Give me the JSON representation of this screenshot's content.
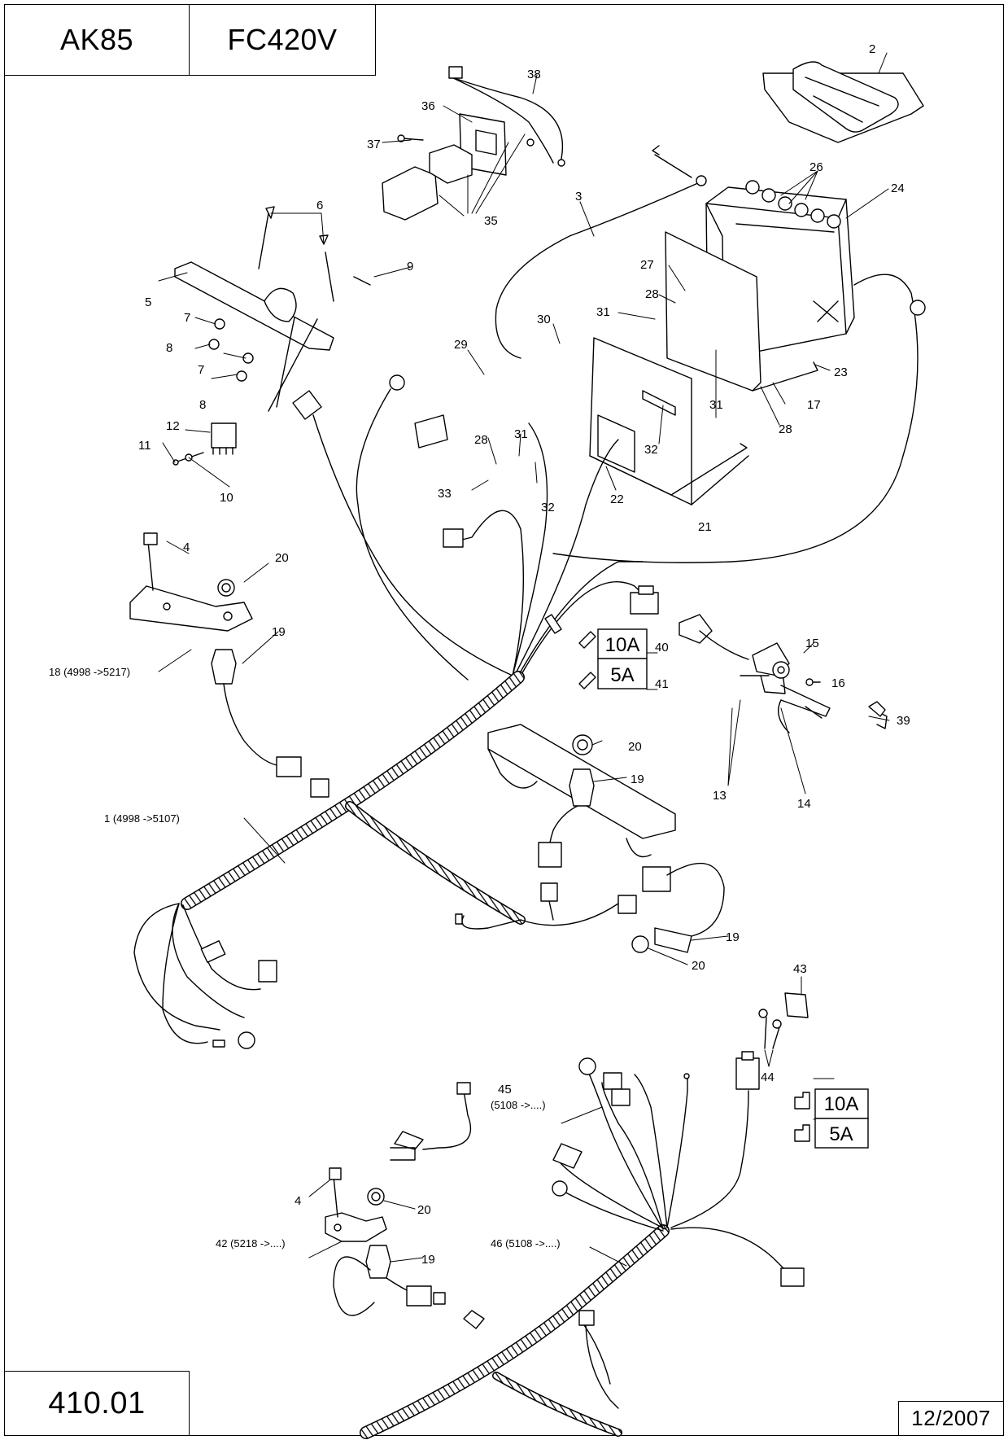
{
  "header": {
    "model": "AK85",
    "variant": "FC420V"
  },
  "footer": {
    "page_number": "410.01",
    "date": "12/2007"
  },
  "fuse_labels": {
    "a": "10A",
    "b": "5A"
  },
  "callouts": {
    "p1": "1 (4998 ->5107)",
    "p2": "2",
    "p3": "3",
    "p4": "4",
    "p5": "5",
    "p6": "6",
    "p7": "7",
    "p8": "8",
    "p9": "9",
    "p10": "10",
    "p11": "11",
    "p12": "12",
    "p13": "13",
    "p14": "14",
    "p15": "15",
    "p16": "16",
    "p17": "17",
    "p18": "18 (4998 ->5217)",
    "p19": "19",
    "p20": "20",
    "p21": "21",
    "p22": "22",
    "p23": "23",
    "p24": "24",
    "p26": "26",
    "p27": "27",
    "p28": "28",
    "p29": "29",
    "p30": "30",
    "p31": "31",
    "p32": "32",
    "p33": "33",
    "p35": "35",
    "p36": "36",
    "p37": "37",
    "p38": "38",
    "p39": "39",
    "p40": "40",
    "p41": "41",
    "p42": "42 (5218 ->....)",
    "p43": "43",
    "p44": "44",
    "p45": "45",
    "p45r": "(5108 ->....)",
    "p46": "46 (5108 ->....)"
  }
}
